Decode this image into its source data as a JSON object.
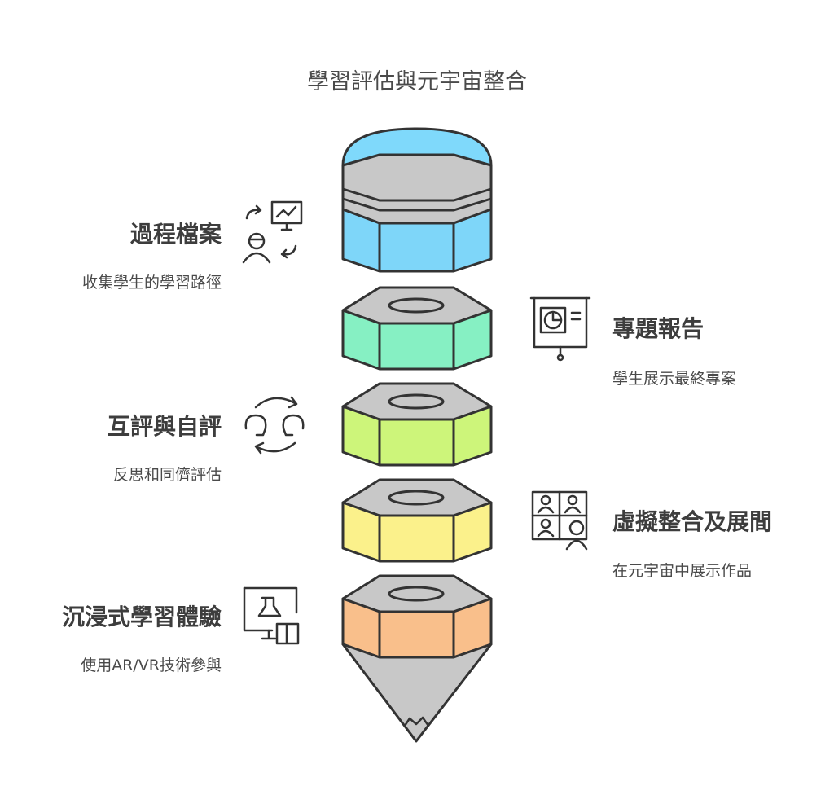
{
  "title": "學習評估與元宇宙整合",
  "colors": {
    "stroke": "#333333",
    "cap_blue": "#7fd9fb",
    "gray": "#c8c8c8",
    "blue": "#7ed6f9",
    "mint": "#86f0c3",
    "lime": "#cdf57a",
    "yellow": "#fbf18b",
    "orange": "#f9bf8b"
  },
  "steps": [
    {
      "label": "過程檔案",
      "desc": "收集學生的學習路徑",
      "icon": "progress-chart-icon",
      "side": "left"
    },
    {
      "label": "專題報告",
      "desc": "學生展示最終專案",
      "icon": "presentation-board-icon",
      "side": "right"
    },
    {
      "label": "互評與自評",
      "desc": "反思和同儕評估",
      "icon": "peer-exchange-icon",
      "side": "left"
    },
    {
      "label": "虛擬整合及展間",
      "desc": "在元宇宙中展示作品",
      "icon": "video-gallery-icon",
      "side": "right"
    },
    {
      "label": "沉浸式學習體驗",
      "desc": "使用AR/VR技術參與",
      "icon": "lab-book-monitor-icon",
      "side": "left"
    }
  ]
}
